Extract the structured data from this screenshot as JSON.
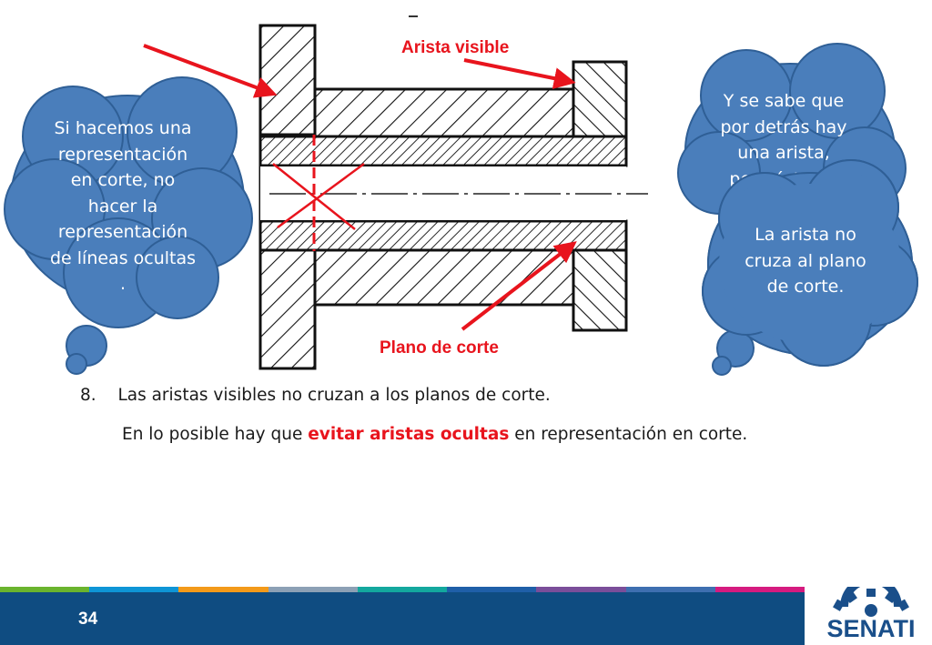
{
  "labels": {
    "visible_edge": "Arista visible",
    "cutting_plane": "Plano de corte"
  },
  "bubbles": {
    "left": [
      "Si hacemos una",
      "representación",
      "en corte, no",
      "hacer la",
      "representación",
      "de líneas ocultas",
      "."
    ],
    "right_back": [
      "Y se sabe que",
      "por detrás hay",
      "una arista,",
      "pero ésta no"
    ],
    "right_front": [
      "La arista no",
      "cruza al plano",
      "de corte."
    ]
  },
  "text": {
    "point_number": "8.",
    "point_text": "Las aristas visibles no cruzan a los planos de corte.",
    "advice_before": "En lo posible hay que ",
    "advice_highlight": "evitar aristas ocultas",
    "advice_after": " en representación en corte."
  },
  "footer": {
    "page_number": "34",
    "logo_text": "SENATI",
    "stripe_colors": [
      "#6ab42d",
      "#0e95d6",
      "#f39a1a",
      "#8ca0b5",
      "#13a89e",
      "#1f5fa8",
      "#7a4e9a",
      "#3e6fb0",
      "#d51b7f"
    ]
  },
  "colors": {
    "bubble_fill": "#4a7ebb",
    "bubble_stroke": "#2f5f96",
    "accent_red": "#e8141d",
    "footer_blue": "#0f4c81"
  }
}
